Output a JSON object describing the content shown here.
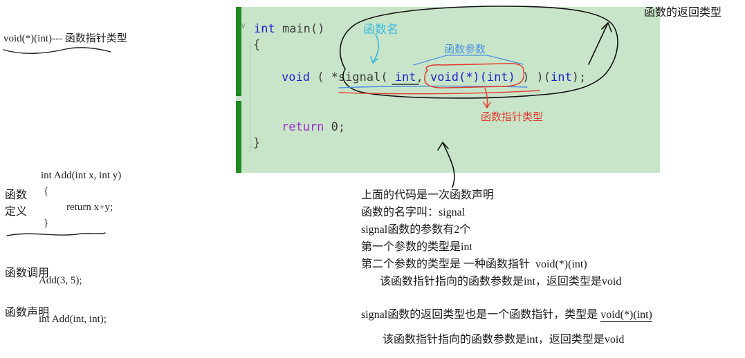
{
  "annotations": {
    "return_type_label": "函数的返回类型",
    "func_name_label": "函数名",
    "func_params_label": "函数参数",
    "pointer_type_label": "函数指针类型"
  },
  "editor": {
    "fold_chevron": "∨",
    "main_line": {
      "kw": "int",
      "rest": " main()"
    },
    "open_brace": "{",
    "declaration": {
      "kw_void": "void",
      "sep1": " ( *",
      "func_name": "signal",
      "sep2": "( ",
      "param1": "int",
      "sep3": ", ",
      "param2": "void(*)(int)",
      "sep4": " ) )(",
      "ret_param": "int",
      "sep5": ");"
    },
    "return_line": {
      "kw": "return",
      "rest": " 0;"
    },
    "close_brace": "}"
  },
  "left_panel": {
    "pointer_note": "void(*)(int)--- 函数指针类型",
    "definition_label_top": "函数",
    "definition_label_bottom": "定义",
    "definition_code": {
      "l1": "int Add(int x, int y)",
      "l2": "{",
      "l3": "return x+y;",
      "l4": "}"
    },
    "call_label": "函数调用",
    "call_code": "Add(3, 5);",
    "declaration_label": "函数声明",
    "declaration_code": "int Add(int, int);"
  },
  "explanation": {
    "l1": "上面的代码是一次函数声明",
    "l2": "函数的名字叫：signal",
    "l3": "signal函数的参数有2个",
    "l4": "第一个参数的类型是int",
    "l5": "第二个参数的类型是 一种函数指针  void(*)(int)",
    "l6": "该函数指针指向的函数参数是int，返回类型是void",
    "l7_prefix": "signal函数的返回类型也是一个函数指针，类型是 ",
    "l7_underline": "void(*)(int)",
    "l8": "该函数指针指向的函数参数是int，返回类型是void"
  },
  "colors": {
    "editor_background": "#c9e5c9",
    "gutter_green": "#1f8a1f",
    "keyword_blue": "#1f23cf",
    "return_purple": "#9b2fd0",
    "annotation_cyan": "#35b8e0",
    "annotation_blue": "#4a90e2",
    "annotation_red": "#e23b30"
  }
}
